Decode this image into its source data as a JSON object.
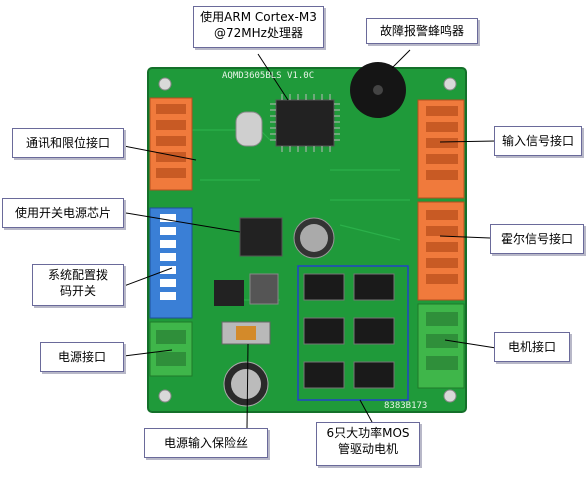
{
  "callouts": {
    "mcu": [
      "使用ARM Cortex-M3",
      "@72MHz处理器"
    ],
    "buzzer": [
      "故障报警蜂鸣器"
    ],
    "comm_limit": [
      "通讯和限位接口"
    ],
    "input_signal": [
      "输入信号接口"
    ],
    "switching_power": [
      "使用开关电源芯片"
    ],
    "hall_signal": [
      "霍尔信号接口"
    ],
    "dip_switch": [
      "系统配置拨",
      "码开关"
    ],
    "power_port": [
      "电源接口"
    ],
    "motor_port": [
      "电机接口"
    ],
    "fuse": [
      "电源输入保险丝"
    ],
    "mosfets": [
      "6只大功率MOS",
      "管驱动电机"
    ]
  },
  "board": {
    "model_silk": "AQMD3605BLS V1.0C",
    "serial_silk": "8383B173"
  },
  "colors": {
    "pcb": "#1f9a3a",
    "terminal_orange": "#f07a3c",
    "terminal_green": "#3fb64a",
    "dip_blue": "#3a7fd6",
    "chip": "#222222"
  }
}
